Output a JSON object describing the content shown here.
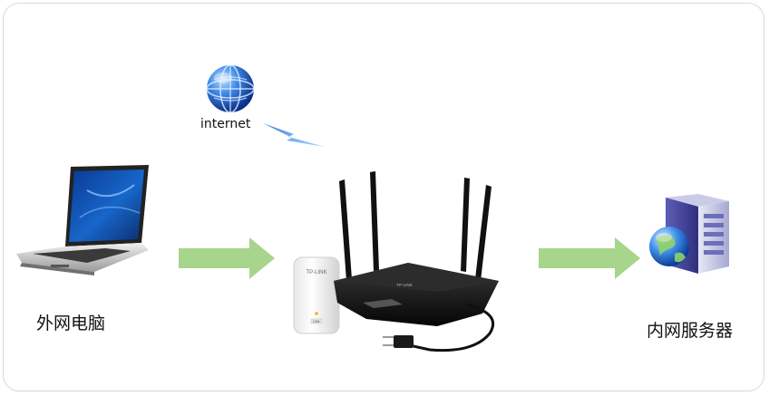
{
  "diagram": {
    "internet_label": "internet",
    "left_label": "外网电脑",
    "right_label": "内网服务器",
    "router_brand": "TP-LINK",
    "plug_brand": "TP-LINK",
    "plug_badge": "LINK",
    "icons": {
      "globe": "globe-icon",
      "laptop": "laptop-icon",
      "router": "router-icon",
      "plug_adapter": "powerline-adapter-icon",
      "server": "server-icon",
      "wireless": "lightning-signal-icon"
    },
    "colors": {
      "arrow": "#a6d58b",
      "globe": "#2f6fd6",
      "router": "#141414",
      "signal": "#6aa7e6"
    }
  }
}
